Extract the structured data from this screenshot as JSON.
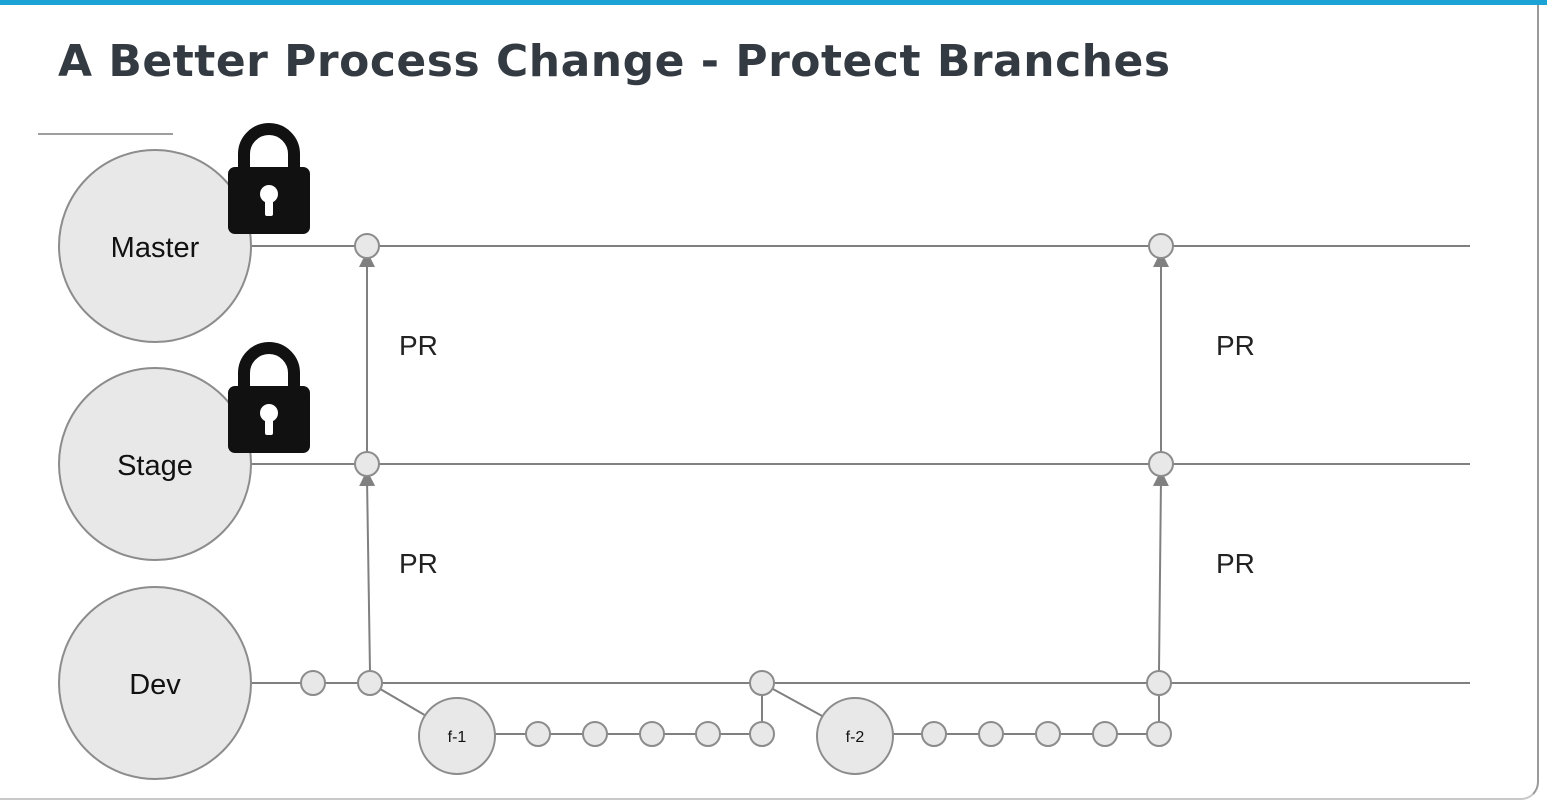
{
  "slide": {
    "title": "A Better Process Change - Protect Branches"
  },
  "branches": [
    {
      "id": "master",
      "label": "Master",
      "protected": true
    },
    {
      "id": "stage",
      "label": "Stage",
      "protected": true
    },
    {
      "id": "dev",
      "label": "Dev",
      "protected": false
    }
  ],
  "features": [
    {
      "id": "f1",
      "label": "f-1"
    },
    {
      "id": "f2",
      "label": "f-2"
    }
  ],
  "pull_requests": [
    {
      "id": "pr-dev-stage-1",
      "label": "PR"
    },
    {
      "id": "pr-stage-master-1",
      "label": "PR"
    },
    {
      "id": "pr-dev-stage-2",
      "label": "PR"
    },
    {
      "id": "pr-stage-master-2",
      "label": "PR"
    }
  ],
  "icons": {
    "lock": "padlock-icon"
  },
  "colors": {
    "accent_bar": "#1aa3d4",
    "title_text": "#333a42",
    "node_fill": "#e8e8e8",
    "node_stroke": "#8c8c8c",
    "line": "#808080",
    "lock": "#111111"
  }
}
